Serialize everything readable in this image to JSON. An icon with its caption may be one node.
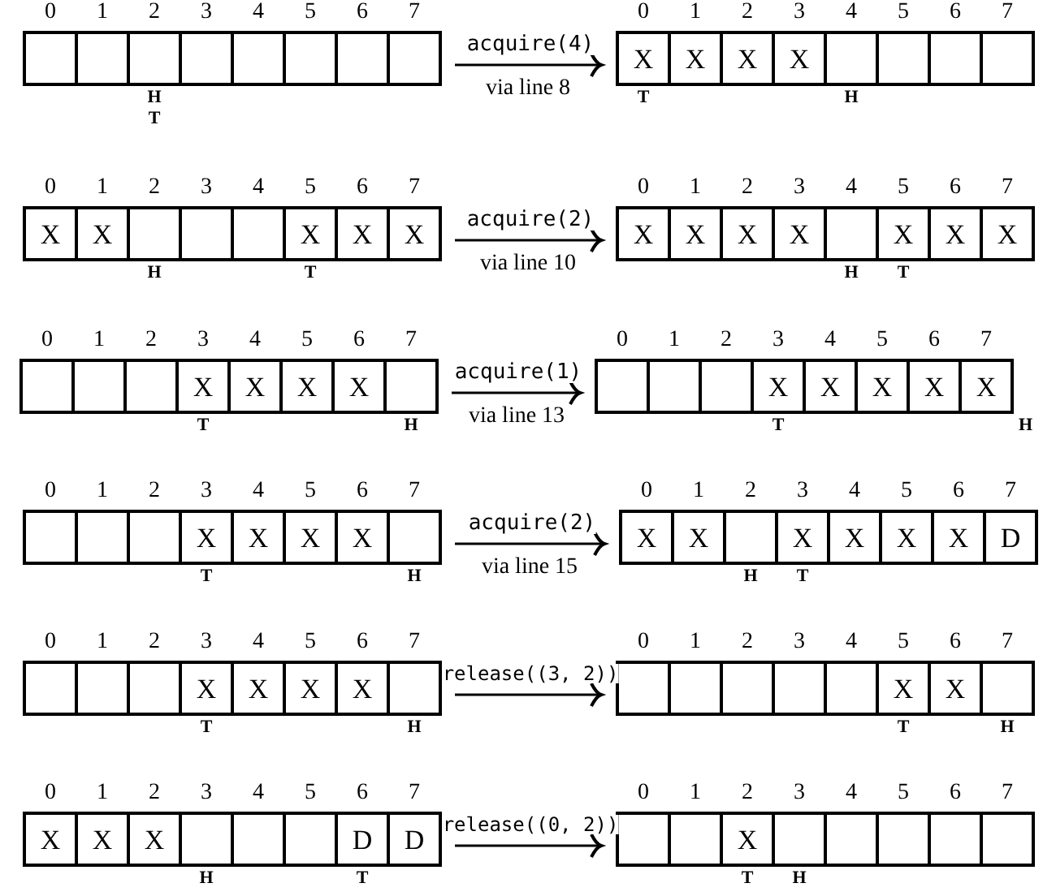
{
  "diagram": {
    "nodes": [
      {
        "text": [],
        "shape": "bar"
      },
      {
        "text": [],
        "shape": "box",
        "in": 0,
        "beside": [
          "0"
        ]
      },
      {
        "text": [],
        "shape": "box",
        "in": 0,
        "beside": [
          "1"
        ]
      },
      {
        "text": [],
        "shape": "box",
        "in": 0,
        "beside": [
          "2",
          "H",
          "T"
        ]
      },
      {
        "text": [],
        "shape": "box",
        "in": 0,
        "beside": [
          "3"
        ]
      },
      {
        "text": [],
        "shape": "box",
        "in": 0,
        "beside": [
          "4"
        ]
      },
      {
        "text": [],
        "shape": "box",
        "in": 0,
        "beside": [
          "5"
        ]
      },
      {
        "text": [],
        "shape": "box",
        "in": 0,
        "beside": [
          "6"
        ]
      },
      {
        "text": [],
        "shape": "box",
        "in": 0,
        "beside": [
          "7"
        ]
      },
      {
        "text": [],
        "shape": "bar"
      },
      {
        "text": [
          "X"
        ],
        "in": 9,
        "beside": [
          "0",
          "T"
        ]
      },
      {
        "text": [
          "X"
        ],
        "in": 9,
        "beside": [
          "1"
        ]
      },
      {
        "text": [
          "X"
        ],
        "in": 9,
        "beside": [
          "2"
        ]
      },
      {
        "text": [
          "X"
        ],
        "in": 9,
        "beside": [
          "3"
        ]
      },
      {
        "text": [],
        "shape": "box",
        "in": 9,
        "beside": [
          "4",
          "H"
        ]
      },
      {
        "text": [],
        "shape": "box",
        "in": 9,
        "beside": [
          "5"
        ]
      },
      {
        "text": [],
        "shape": "box",
        "in": 9,
        "beside": [
          "6"
        ]
      },
      {
        "text": [],
        "shape": "box",
        "in": 9,
        "beside": [
          "7"
        ]
      },
      {
        "text": [],
        "shape": "bar"
      },
      {
        "text": [
          "X"
        ],
        "in": 18,
        "beside": [
          "0"
        ]
      },
      {
        "text": [
          "X"
        ],
        "in": 18,
        "beside": [
          "1"
        ]
      },
      {
        "text": [],
        "shape": "box",
        "in": 18,
        "beside": [
          "2",
          "H"
        ]
      },
      {
        "text": [],
        "shape": "box",
        "in": 18,
        "beside": [
          "3"
        ]
      },
      {
        "text": [],
        "shape": "box",
        "in": 18,
        "beside": [
          "4"
        ]
      },
      {
        "text": [
          "X"
        ],
        "in": 18,
        "beside": [
          "5",
          "T"
        ]
      },
      {
        "text": [
          "X"
        ],
        "in": 18,
        "beside": [
          "6"
        ]
      },
      {
        "text": [
          "X"
        ],
        "in": 18,
        "beside": [
          "7"
        ]
      },
      {
        "text": [],
        "shape": "bar"
      },
      {
        "text": [
          "X"
        ],
        "in": 27,
        "beside": [
          "0"
        ]
      },
      {
        "text": [
          "X"
        ],
        "in": 27,
        "beside": [
          "1"
        ]
      },
      {
        "text": [
          "X"
        ],
        "in": 27,
        "beside": [
          "2"
        ]
      },
      {
        "text": [
          "X"
        ],
        "in": 27,
        "beside": [
          "3"
        ]
      },
      {
        "text": [],
        "shape": "box",
        "in": 27,
        "beside": [
          "4",
          "H"
        ]
      },
      {
        "text": [
          "X"
        ],
        "in": 27,
        "beside": [
          "5",
          "T"
        ]
      },
      {
        "text": [
          "X"
        ],
        "in": 27,
        "beside": [
          "6"
        ]
      },
      {
        "text": [
          "X"
        ],
        "in": 27,
        "beside": [
          "7"
        ]
      },
      {
        "text": [],
        "shape": "bar"
      },
      {
        "text": [],
        "shape": "box",
        "in": 36,
        "beside": [
          "0"
        ]
      },
      {
        "text": [],
        "shape": "box",
        "in": 36,
        "beside": [
          "1"
        ]
      },
      {
        "text": [],
        "shape": "box",
        "in": 36,
        "beside": [
          "2"
        ]
      },
      {
        "text": [
          "X"
        ],
        "in": 36,
        "beside": [
          "3",
          "T"
        ]
      },
      {
        "text": [
          "X"
        ],
        "in": 36,
        "beside": [
          "4"
        ]
      },
      {
        "text": [
          "X"
        ],
        "in": 36,
        "beside": [
          "5"
        ]
      },
      {
        "text": [
          "X"
        ],
        "in": 36,
        "beside": [
          "6"
        ]
      },
      {
        "text": [],
        "shape": "box",
        "in": 36,
        "beside": [
          "7",
          "H"
        ]
      },
      {
        "text": [],
        "shape": "bar"
      },
      {
        "text": [],
        "shape": "box",
        "in": 45,
        "beside": [
          "0"
        ]
      },
      {
        "text": [],
        "shape": "box",
        "in": 45,
        "beside": [
          "1"
        ]
      },
      {
        "text": [],
        "shape": "box",
        "in": 45,
        "beside": [
          "2"
        ]
      },
      {
        "text": [
          "X"
        ],
        "in": 45,
        "beside": [
          "3",
          "T"
        ]
      },
      {
        "text": [
          "X"
        ],
        "in": 45,
        "beside": [
          "4"
        ]
      },
      {
        "text": [
          "X"
        ],
        "in": 45,
        "beside": [
          "5"
        ]
      },
      {
        "text": [
          "X"
        ],
        "in": 45,
        "beside": [
          "6"
        ]
      },
      {
        "text": [
          "X"
        ],
        "in": 45,
        "beside": [
          "7"
        ]
      },
      {
        "text": [],
        "shape": "bar"
      },
      {
        "text": [],
        "shape": "box",
        "in": 54,
        "beside": [
          "0"
        ]
      },
      {
        "text": [],
        "shape": "box",
        "in": 54,
        "beside": [
          "1"
        ]
      },
      {
        "text": [],
        "shape": "box",
        "in": 54,
        "beside": [
          "2"
        ]
      },
      {
        "text": [
          "X"
        ],
        "in": 54,
        "beside": [
          "3",
          "T"
        ]
      },
      {
        "text": [
          "X"
        ],
        "in": 54,
        "beside": [
          "4"
        ]
      },
      {
        "text": [
          "X"
        ],
        "in": 54,
        "beside": [
          "5"
        ]
      },
      {
        "text": [
          "X"
        ],
        "in": 54,
        "beside": [
          "6"
        ]
      },
      {
        "text": [],
        "shape": "box",
        "in": 54,
        "beside": [
          "7",
          "H"
        ]
      },
      {
        "text": [],
        "shape": "bar"
      },
      {
        "text": [
          "X"
        ],
        "in": 63,
        "beside": [
          "0"
        ]
      },
      {
        "text": [
          "X"
        ],
        "in": 63,
        "beside": [
          "1"
        ]
      },
      {
        "text": [],
        "shape": "box",
        "in": 63,
        "beside": [
          "2",
          "H"
        ]
      },
      {
        "text": [
          "X"
        ],
        "in": 63,
        "beside": [
          "3",
          "T"
        ]
      },
      {
        "text": [
          "X"
        ],
        "in": 63,
        "beside": [
          "4"
        ]
      },
      {
        "text": [
          "X"
        ],
        "in": 63,
        "beside": [
          "5"
        ]
      },
      {
        "text": [
          "X"
        ],
        "in": 63,
        "beside": [
          "6"
        ]
      },
      {
        "text": [
          "D"
        ],
        "in": 63,
        "beside": [
          "7"
        ]
      },
      {
        "text": [],
        "shape": "bar"
      },
      {
        "text": [],
        "shape": "box",
        "in": 72,
        "beside": [
          "0"
        ]
      },
      {
        "text": [],
        "shape": "box",
        "in": 72,
        "beside": [
          "1"
        ]
      },
      {
        "text": [],
        "shape": "box",
        "in": 72,
        "beside": [
          "2"
        ]
      },
      {
        "text": [
          "X"
        ],
        "in": 72,
        "beside": [
          "3",
          "T"
        ]
      },
      {
        "text": [
          "X"
        ],
        "in": 72,
        "beside": [
          "4"
        ]
      },
      {
        "text": [
          "X"
        ],
        "in": 72,
        "beside": [
          "5"
        ]
      },
      {
        "text": [
          "X"
        ],
        "in": 72,
        "beside": [
          "6"
        ]
      },
      {
        "text": [],
        "shape": "box",
        "in": 72,
        "beside": [
          "7",
          "H"
        ]
      },
      {
        "text": [],
        "shape": "bar"
      },
      {
        "text": [],
        "shape": "box",
        "in": 81,
        "beside": [
          "0"
        ]
      },
      {
        "text": [],
        "shape": "box",
        "in": 81,
        "beside": [
          "1"
        ]
      },
      {
        "text": [],
        "shape": "box",
        "in": 81,
        "beside": [
          "2"
        ]
      },
      {
        "text": [],
        "shape": "box",
        "in": 81,
        "beside": [
          "3"
        ]
      },
      {
        "text": [],
        "shape": "box",
        "in": 81,
        "beside": [
          "4"
        ]
      },
      {
        "text": [
          "X"
        ],
        "in": 81,
        "beside": [
          "5",
          "T"
        ]
      },
      {
        "text": [
          "X"
        ],
        "in": 81,
        "beside": [
          "6"
        ]
      },
      {
        "text": [],
        "shape": "box",
        "in": 81,
        "beside": [
          "7",
          "H"
        ]
      },
      {
        "text": [],
        "shape": "bar"
      },
      {
        "text": [
          "X"
        ],
        "in": 90,
        "beside": [
          "0"
        ]
      },
      {
        "text": [
          "X"
        ],
        "in": 90,
        "beside": [
          "1"
        ]
      },
      {
        "text": [
          "X"
        ],
        "in": 90,
        "beside": [
          "2"
        ]
      },
      {
        "text": [],
        "shape": "box",
        "in": 90,
        "beside": [
          "3",
          "H"
        ]
      },
      {
        "text": [],
        "shape": "box",
        "in": 90,
        "beside": [
          "4"
        ]
      },
      {
        "text": [],
        "shape": "box",
        "in": 90,
        "beside": [
          "5"
        ]
      },
      {
        "text": [
          "D"
        ],
        "in": 90,
        "beside": [
          "6",
          "T"
        ]
      },
      {
        "text": [
          "D"
        ],
        "in": 90,
        "beside": [
          "7"
        ]
      },
      {
        "text": [],
        "shape": "bar"
      },
      {
        "text": [],
        "shape": "box",
        "in": 99,
        "beside": [
          "0"
        ]
      },
      {
        "text": [],
        "shape": "box",
        "in": 99,
        "beside": [
          "1"
        ]
      },
      {
        "text": [
          "X"
        ],
        "in": 99,
        "beside": [
          "2",
          "T"
        ]
      },
      {
        "text": [],
        "shape": "box",
        "in": 99,
        "beside": [
          "3",
          "H"
        ]
      },
      {
        "text": [],
        "shape": "box",
        "in": 99,
        "beside": [
          "4"
        ]
      },
      {
        "text": [],
        "shape": "box",
        "in": 99,
        "beside": [
          "5"
        ]
      },
      {
        "text": [],
        "shape": "box",
        "in": 99,
        "beside": [
          "6"
        ]
      },
      {
        "text": [],
        "shape": "box",
        "in": 99,
        "beside": [
          "7"
        ]
      }
    ],
    "edges": [
      {
        "from": 0,
        "to": 9,
        "arrow": "to",
        "label": "acquire(4)"
      },
      {
        "from": 18,
        "to": 27,
        "arrow": "to",
        "label": "acquire(2)"
      },
      {
        "from": 36,
        "to": 45,
        "arrow": "to",
        "label": "acquire(1)"
      },
      {
        "from": 54,
        "to": 63,
        "arrow": "to",
        "label": "acquire(2)"
      },
      {
        "from": 72,
        "to": 81,
        "arrow": "to",
        "label": "release((3, 2))"
      },
      {
        "from": 90,
        "to": 99,
        "arrow": "to",
        "label": "release((0, 2))"
      }
    ],
    "labels": [
      "via line 8",
      "via line 10",
      "via line 13",
      "H",
      "via line 15"
    ]
  }
}
